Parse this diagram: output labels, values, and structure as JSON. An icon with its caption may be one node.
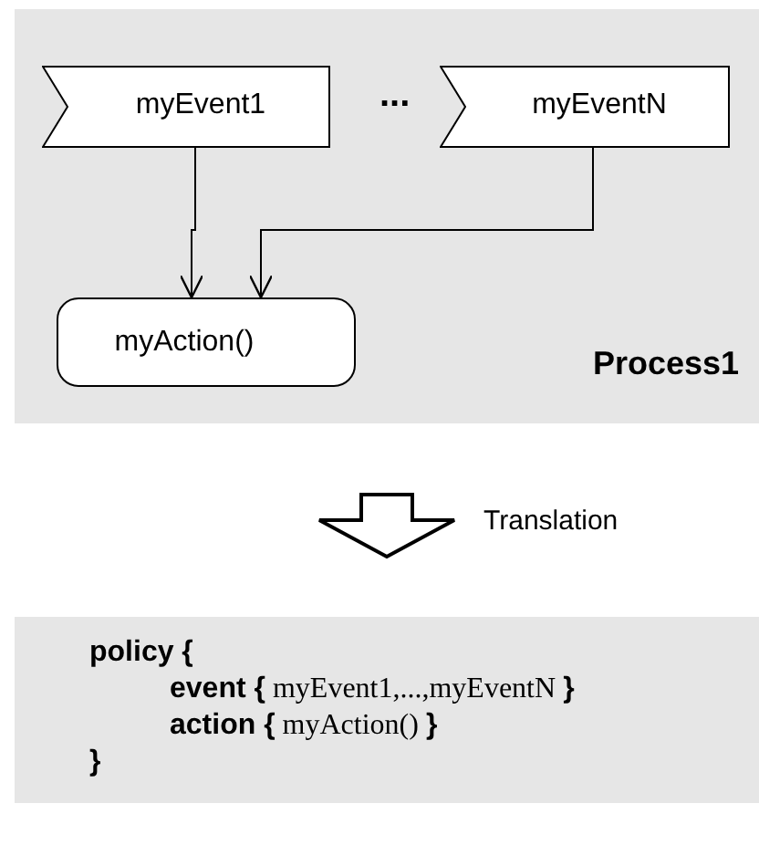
{
  "diagram": {
    "nodes": [
      {
        "text": [
          "Process1"
        ]
      },
      {
        "text": [
          "myEvent1"
        ],
        "in": 0
      },
      {
        "text": [
          "myEventN"
        ],
        "in": 0
      },
      {
        "text": [
          "myAction()"
        ],
        "in": 0
      },
      {
        "text": [
          "**policy {**",
          "**event {** myEvent1,...,myEventN **}**",
          "**action {** myAction() **}**",
          "**}**"
        ]
      }
    ],
    "edges": [
      {
        "from": 1,
        "to": 3,
        "arrow": "to"
      },
      {
        "from": 2,
        "to": 3,
        "arrow": "to"
      },
      {
        "from": 0,
        "to": 4,
        "arrow": "to",
        "label": "Translation",
        "style": "thick"
      }
    ],
    "labels": [
      "..."
    ]
  }
}
